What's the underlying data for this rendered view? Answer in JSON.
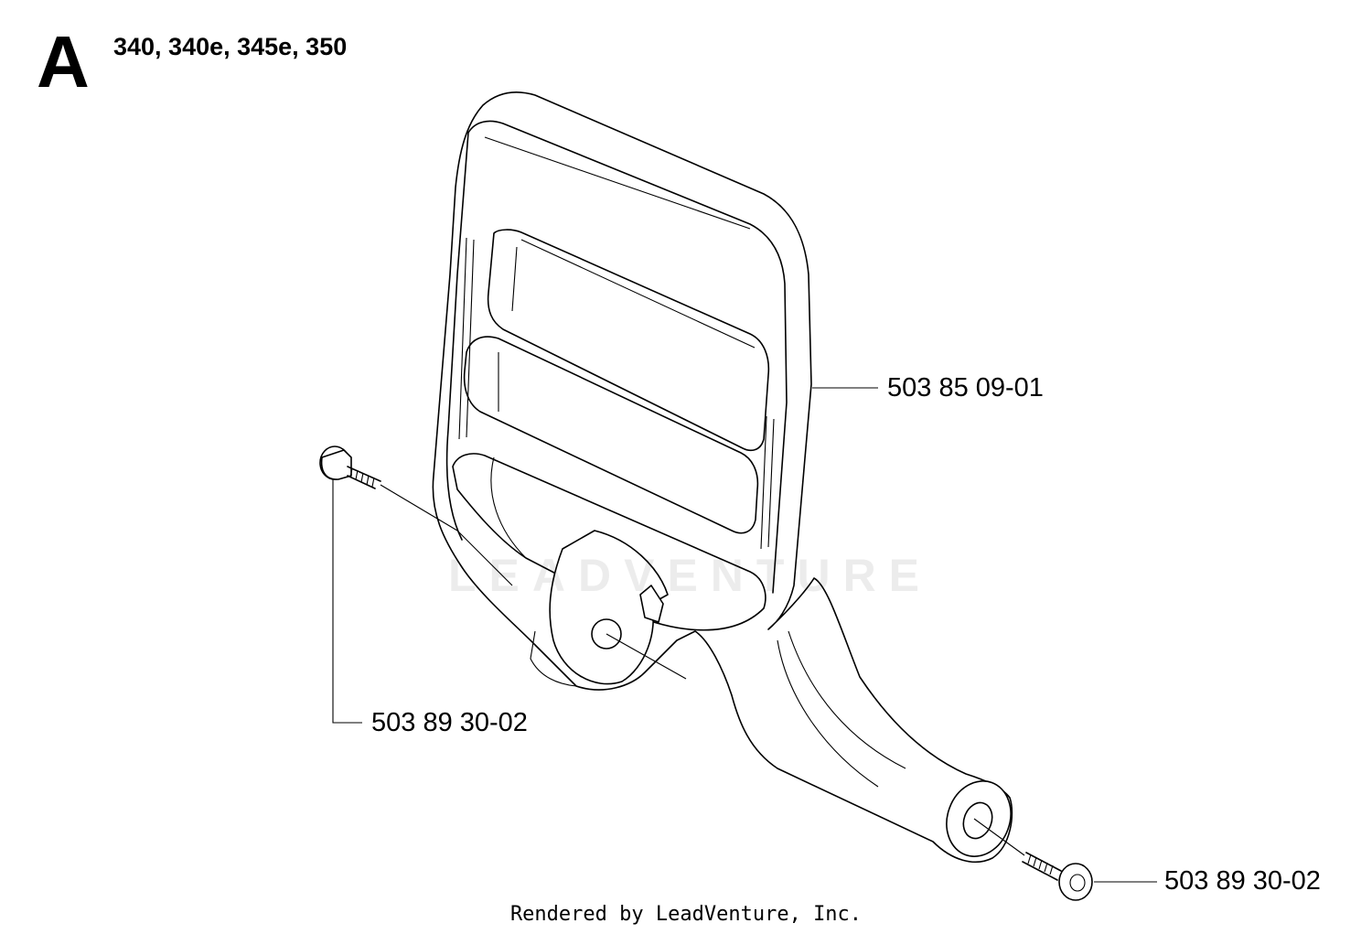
{
  "header": {
    "section_letter": "A",
    "models": "340, 340e, 345e, 350"
  },
  "callouts": {
    "hand_guard_part": "503 85 09-01",
    "left_screw_part": "503 89 30-02",
    "right_screw_part": "503 89 30-02"
  },
  "watermark": "LEADVENTURE",
  "footer": "Rendered by LeadVenture, Inc."
}
